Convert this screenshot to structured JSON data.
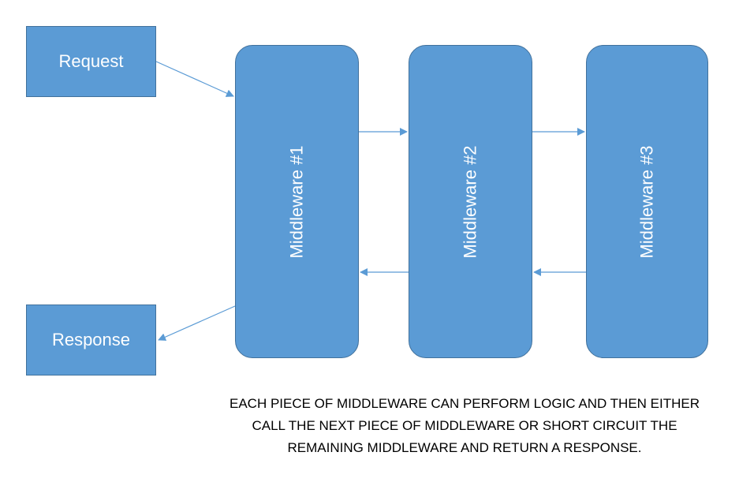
{
  "colors": {
    "box_fill": "#5b9bd5",
    "box_border": "#41719c",
    "arrow": "#5b9bd5",
    "box_text": "#ffffff",
    "caption_text": "#000000"
  },
  "request": {
    "label": "Request"
  },
  "response": {
    "label": "Response"
  },
  "middlewares": [
    {
      "label": "Middleware #1"
    },
    {
      "label": "Middleware #2"
    },
    {
      "label": "Middleware #3"
    }
  ],
  "caption": {
    "lines": [
      "EACH PIECE OF MIDDLEWARE CAN PERFORM LOGIC AND THEN EITHER",
      "CALL THE NEXT PIECE OF MIDDLEWARE OR SHORT CIRCUIT THE",
      "REMAINING MIDDLEWARE AND RETURN A RESPONSE."
    ]
  }
}
